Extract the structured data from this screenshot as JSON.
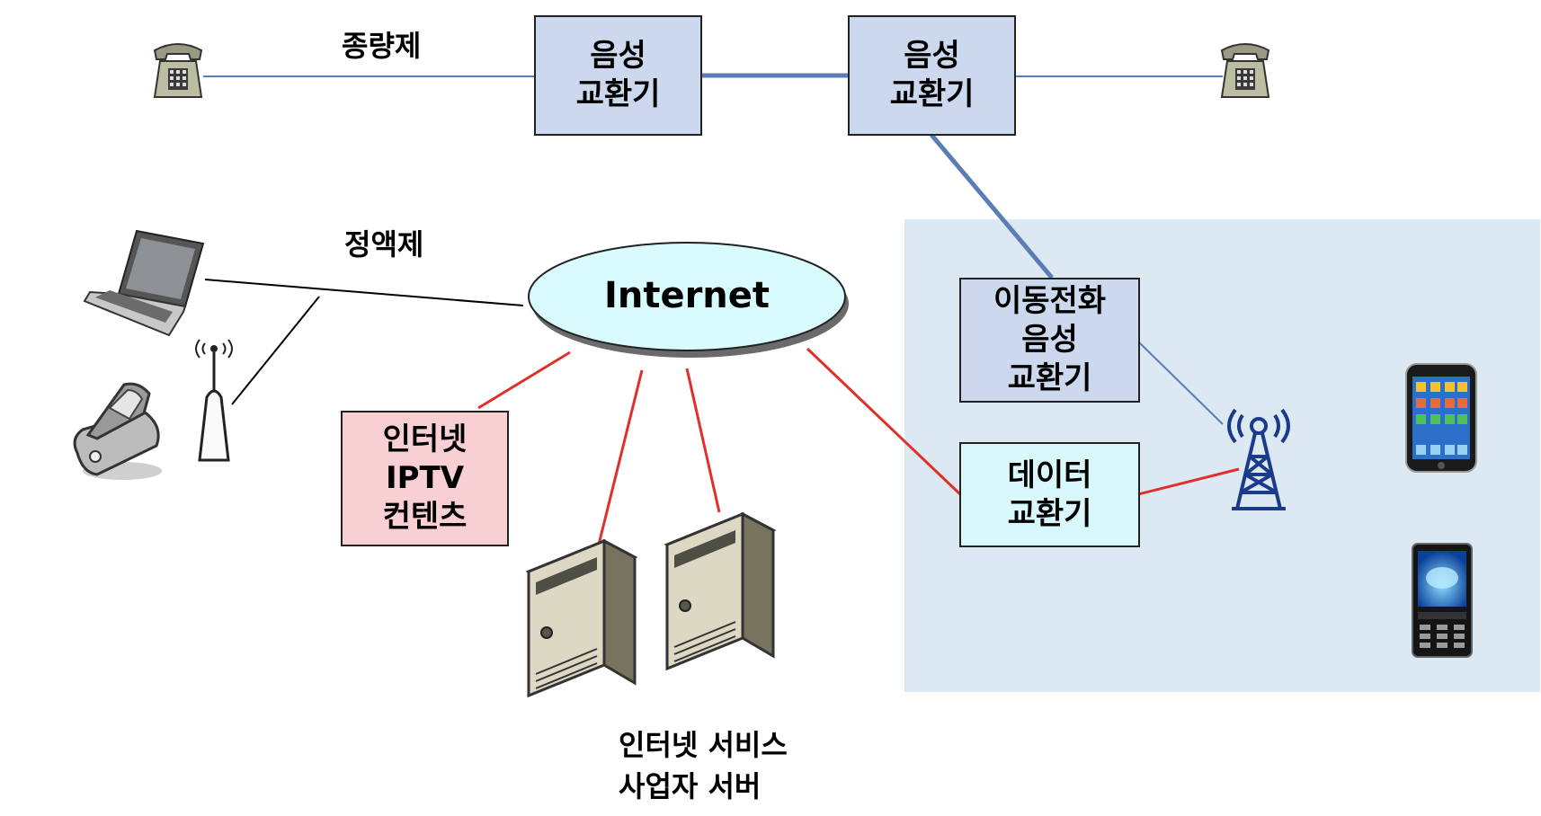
{
  "labels": {
    "metered_rate": "종량제",
    "flat_rate": "정액제",
    "server_caption": "인터넷 서비스\n사업자 서버"
  },
  "nodes": {
    "voice_switch_left": "음성\n교환기",
    "voice_switch_right": "음성\n교환기",
    "mobile_voice_switch": "이동전화\n음성\n교환기",
    "data_switch": "데이터\n교환기",
    "iptv_content": "인터넷\nIPTV\n컨텐츠",
    "internet": "Internet"
  },
  "icons": [
    "telephone-icon",
    "telephone-icon",
    "laptop-icon",
    "wireless-router-icon",
    "pda-icon",
    "server-icon",
    "server-icon",
    "cell-tower-icon",
    "smartphone-icon",
    "feature-phone-icon"
  ],
  "colors": {
    "voice_box": "#ccd8ee",
    "content_box": "#f8d0d4",
    "data_box": "#d9f8fb",
    "mobile_zone": "#dce9f2",
    "internet_cloud": "#d8fbfd",
    "voice_link": "#5b7db5",
    "data_link": "#e0302a"
  }
}
